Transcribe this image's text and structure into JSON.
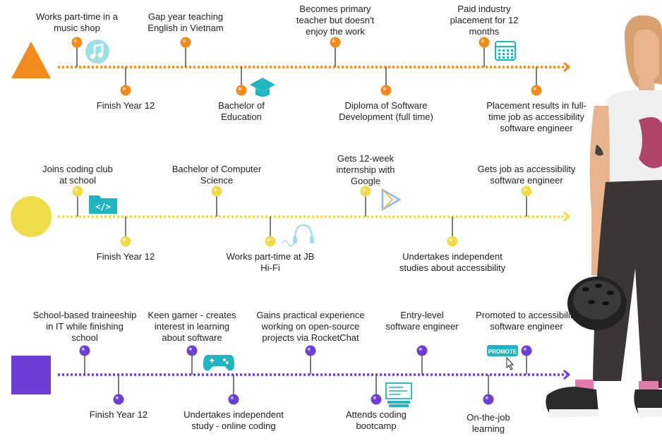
{
  "colors": {
    "orange": "#f28a1c",
    "yellow": "#f0dc4a",
    "purple": "#6b3fd6",
    "teal": "#1fb5c1",
    "skin": "#e8b48d",
    "hair": "#d9a070",
    "pants": "#3b3635"
  },
  "timelines": [
    {
      "name": "orange-pathway",
      "shape": "triangle",
      "color": "#f28a1c",
      "events_above": [
        {
          "text": "Works part-time in a music shop",
          "icon": "music-note-icon"
        },
        {
          "text": "Gap year teaching English in Vietnam",
          "icon": ""
        },
        {
          "text": "Becomes primary teacher but doesn't enjoy the work",
          "icon": ""
        },
        {
          "text": "Paid industry placement for 12 months",
          "icon": "calendar-icon"
        }
      ],
      "events_below": [
        {
          "text": "Finish Year 12",
          "icon": ""
        },
        {
          "text": "Bachelor of Education",
          "icon": "graduation-cap-icon"
        },
        {
          "text": "Diploma of Software Development (full time)",
          "icon": ""
        },
        {
          "text": "Placement results in full-time job as accessibility software engineer",
          "icon": ""
        }
      ]
    },
    {
      "name": "yellow-pathway",
      "shape": "circle",
      "color": "#f0dc4a",
      "events_above": [
        {
          "text": "Joins coding club at school",
          "icon": "code-folder-icon"
        },
        {
          "text": "Bachelor of Computer Science",
          "icon": ""
        },
        {
          "text": "Gets 12-week internship with Google",
          "icon": "google-play-icon"
        },
        {
          "text": "Gets job as accessibility software engineer",
          "icon": ""
        }
      ],
      "events_below": [
        {
          "text": "Finish Year 12",
          "icon": ""
        },
        {
          "text": "Works part-time at JB Hi-Fi",
          "icon": "headphones-icon"
        },
        {
          "text": "Undertakes independent studies about accessibility",
          "icon": ""
        }
      ]
    },
    {
      "name": "purple-pathway",
      "shape": "square",
      "color": "#6b3fd6",
      "events_above": [
        {
          "text": "School-based traineeship in IT while finishing school",
          "icon": ""
        },
        {
          "text": "Keen gamer - creates interest in learning about software",
          "icon": "game-controller-icon"
        },
        {
          "text": "Gains practical experience working on open-source projects via RocketChat",
          "icon": ""
        },
        {
          "text": "Entry-level software engineer",
          "icon": ""
        },
        {
          "text": "Promoted to accessibility software engineer",
          "icon": "promote-button-icon"
        }
      ],
      "events_below": [
        {
          "text": "Finish Year 12",
          "icon": ""
        },
        {
          "text": "Undertakes independent study - online coding",
          "icon": ""
        },
        {
          "text": "Attends coding bootcamp",
          "icon": "coding-bootcamp-icon"
        },
        {
          "text": "On-the-job learning",
          "icon": ""
        }
      ]
    }
  ],
  "promote_label": "PROMOTE",
  "person": {
    "name": "illustrated-person",
    "accessory": "skateboard-helmet"
  }
}
